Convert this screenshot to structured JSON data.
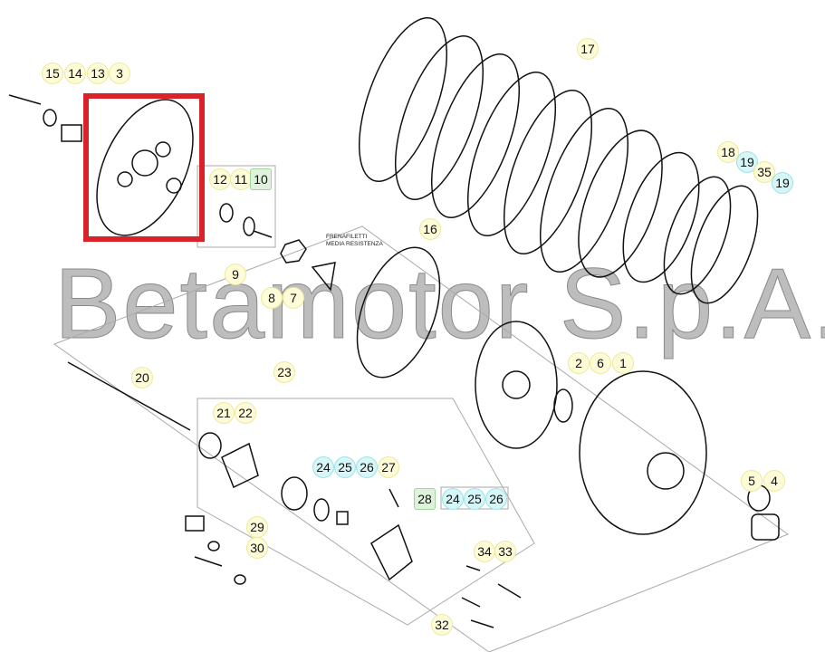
{
  "watermark": "Betamotor S.p.A.",
  "note": {
    "line1": "FRENAFILETTI",
    "line2": "MEDIA RESISTENZA"
  },
  "highlight_color": "#d9222a",
  "labels": [
    {
      "text": "15",
      "style": "yellow"
    },
    {
      "text": "14",
      "style": "yellow"
    },
    {
      "text": "13",
      "style": "yellow"
    },
    {
      "text": "3",
      "style": "yellow"
    },
    {
      "text": "12",
      "style": "yellow"
    },
    {
      "text": "11",
      "style": "yellow"
    },
    {
      "text": "10",
      "style": "green"
    },
    {
      "text": "9",
      "style": "yellow"
    },
    {
      "text": "8",
      "style": "yellow"
    },
    {
      "text": "7",
      "style": "yellow"
    },
    {
      "text": "17",
      "style": "yellow"
    },
    {
      "text": "16",
      "style": "yellow"
    },
    {
      "text": "18",
      "style": "yellow"
    },
    {
      "text": "19",
      "style": "blue"
    },
    {
      "text": "35",
      "style": "yellow"
    },
    {
      "text": "19",
      "style": "blue"
    },
    {
      "text": "20",
      "style": "yellow"
    },
    {
      "text": "23",
      "style": "yellow"
    },
    {
      "text": "2",
      "style": "yellow"
    },
    {
      "text": "6",
      "style": "yellow"
    },
    {
      "text": "1",
      "style": "yellow"
    },
    {
      "text": "21",
      "style": "yellow"
    },
    {
      "text": "22",
      "style": "yellow"
    },
    {
      "text": "24",
      "style": "blue"
    },
    {
      "text": "25",
      "style": "blue"
    },
    {
      "text": "26",
      "style": "blue"
    },
    {
      "text": "27",
      "style": "yellow"
    },
    {
      "text": "28",
      "style": "green"
    },
    {
      "text": "24",
      "style": "blue"
    },
    {
      "text": "25",
      "style": "blue"
    },
    {
      "text": "26",
      "style": "blue"
    },
    {
      "text": "5",
      "style": "yellow"
    },
    {
      "text": "4",
      "style": "yellow"
    },
    {
      "text": "29",
      "style": "yellow"
    },
    {
      "text": "30",
      "style": "yellow"
    },
    {
      "text": "34",
      "style": "yellow"
    },
    {
      "text": "33",
      "style": "yellow"
    },
    {
      "text": "32",
      "style": "yellow"
    }
  ]
}
